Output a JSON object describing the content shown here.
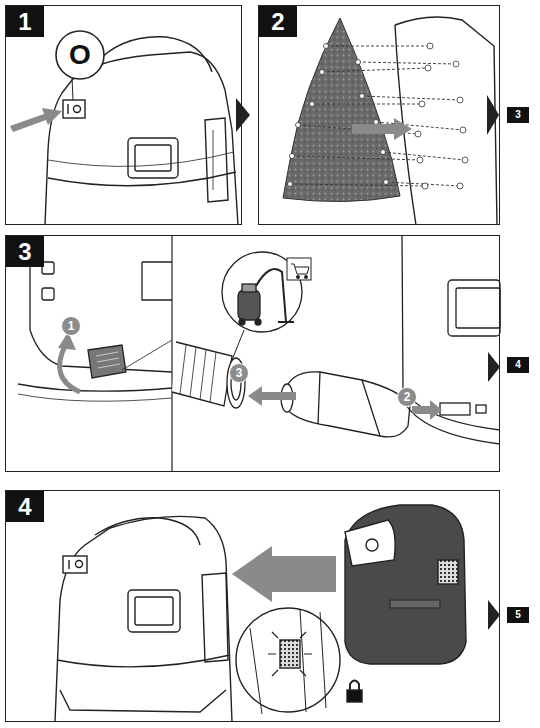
{
  "diagram": {
    "nodes": [
      {
        "text": [
          "1"
        ]
      },
      {
        "text": [
          "2"
        ]
      },
      {
        "text": [
          "3"
        ]
      },
      {
        "text": [
          "3"
        ]
      },
      {
        "text": [
          "1"
        ],
        "in": 3
      },
      {
        "text": [
          "3"
        ],
        "in": 3
      },
      {
        "text": [
          "2"
        ],
        "in": 3
      },
      {
        "text": [
          "4"
        ]
      },
      {
        "text": [
          "4"
        ]
      },
      {
        "text": [
          "5"
        ]
      }
    ],
    "labels": [
      "O"
    ]
  }
}
